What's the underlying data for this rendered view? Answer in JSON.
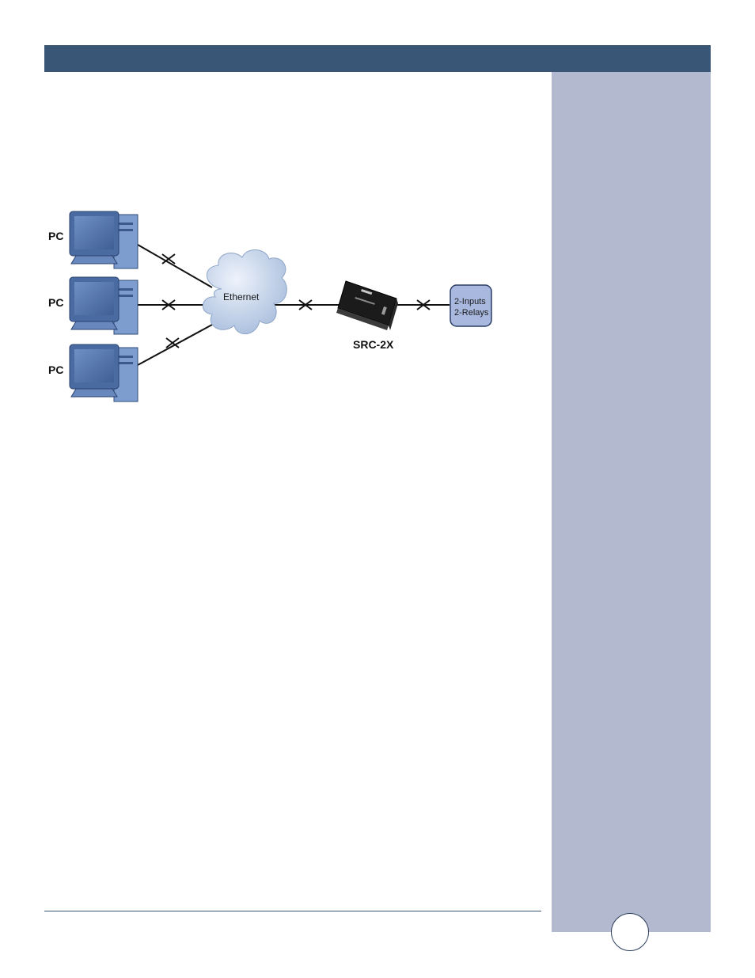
{
  "diagram": {
    "pc_labels": [
      "PC",
      "PC",
      "PC"
    ],
    "network_label": "Ethernet",
    "device_label": "SRC-2X",
    "io_lines": [
      "2-Inputs",
      "2-Relays"
    ]
  },
  "colors": {
    "header": "#3a5677",
    "sidebar": "#b3b9ce",
    "monitor": "#5a7bb0",
    "cloud": "#c9d7ec",
    "io_box": "#a9b8df"
  }
}
